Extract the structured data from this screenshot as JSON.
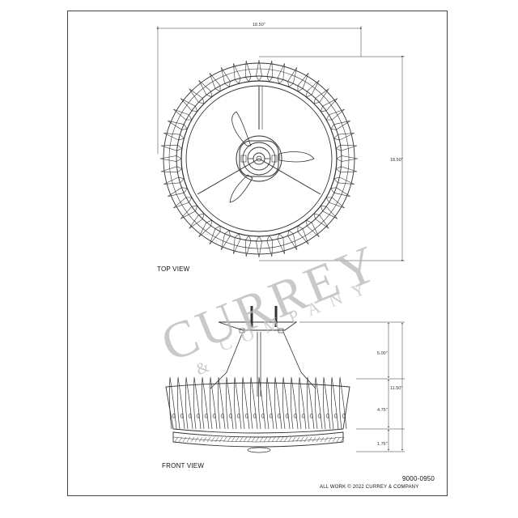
{
  "sheet": {
    "top_view_label": "TOP VIEW",
    "front_view_label": "FRONT VIEW",
    "part_number": "9000-0950",
    "copyright": "ALL WORK © 2022 CURREY & COMPANY"
  },
  "dimensions": {
    "top_width": "18.50\"",
    "top_height": "18.50\"",
    "front_canopy": "5.00\"",
    "front_total": "11.50\"",
    "front_shade": "4.75\"",
    "front_base": "1.75\""
  },
  "watermark": {
    "brand": "CURREY",
    "sub": "COMPANY",
    "amp": "&"
  }
}
